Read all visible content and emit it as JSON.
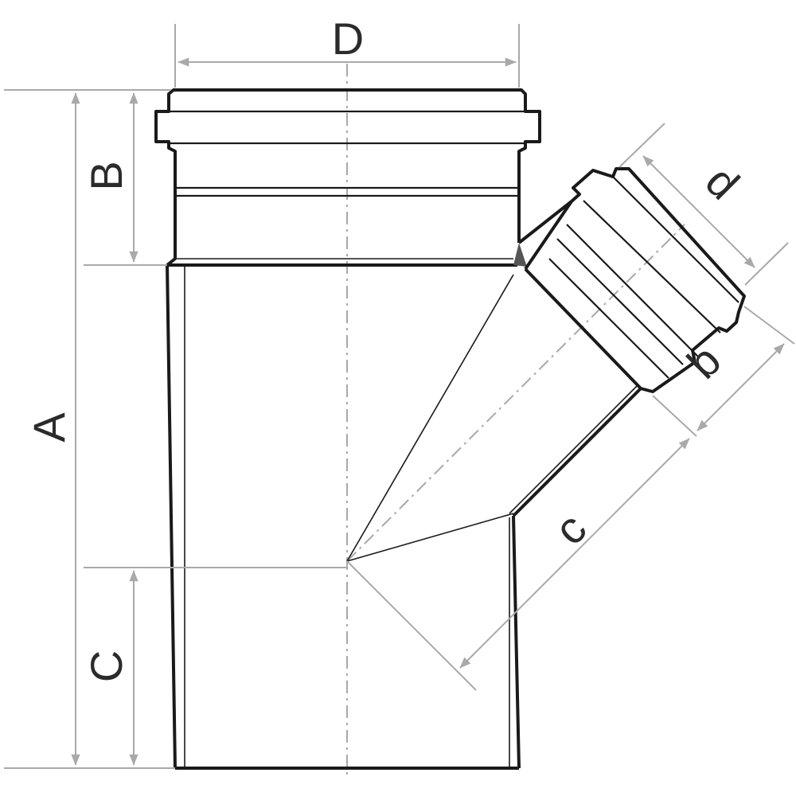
{
  "labels": {
    "A": "A",
    "B": "B",
    "C": "C",
    "D": "D",
    "b": "b",
    "c": "c",
    "d": "d"
  },
  "colors": {
    "outline": "#1a1a1a",
    "dimension": "#a9a9a9",
    "text": "#2b2b2b",
    "background": "#ffffff"
  }
}
